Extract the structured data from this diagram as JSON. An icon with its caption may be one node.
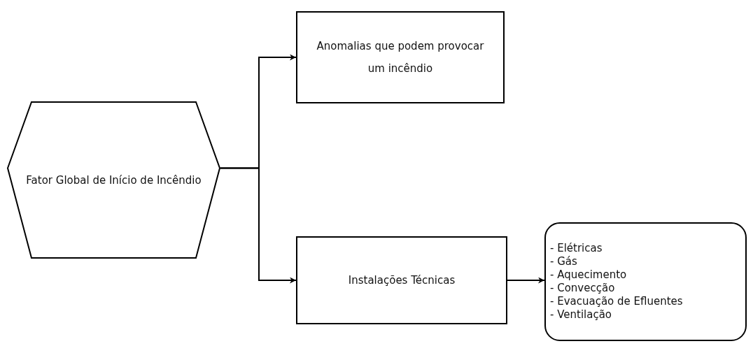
{
  "diagram": {
    "nodes": [
      {
        "text": [
          "Fator Global de Início de Incêndio"
        ]
      },
      {
        "text": [
          "Anomalias que podem provocar um incêndio"
        ]
      },
      {
        "text": [
          "Instalações Técnicas"
        ]
      },
      {
        "text": [
          "- Elétricas",
          "- Gás",
          "- Aquecimento",
          "- Convecção",
          "- Evacuação de Efluentes",
          "- Ventilação"
        ]
      }
    ],
    "edges": [
      {
        "from": 0,
        "to": 1,
        "arrow": "to"
      },
      {
        "from": 0,
        "to": 2,
        "arrow": "to"
      },
      {
        "from": 2,
        "to": 3,
        "arrow": "to"
      }
    ]
  }
}
